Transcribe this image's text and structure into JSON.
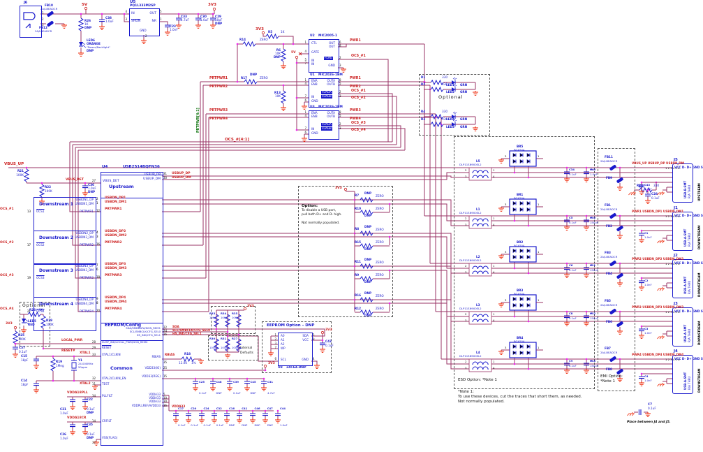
{
  "colors": {
    "wire": "#993366",
    "component": "#1a1acc",
    "net_label": "#cc2222",
    "junction": "#ee22ee",
    "ground": "#ee2200",
    "green_label": "#1a7a1a"
  },
  "pwr_in": {
    "jack_ref": "J6",
    "jack_pins": "1\n2\n3",
    "fb10": "FB10",
    "fb10_v": "2A/LBEADCR",
    "fb12": "FB12",
    "fb12_v": "2A/LBEADCR",
    "v5": "5V",
    "r26": "R26",
    "r26_v": "1K",
    "r26_n": "DNP",
    "led6": "LED6",
    "led6_v": "ORANGE",
    "led6_n": "\"Power/Backlight\"",
    "led6_n2": "DNP",
    "c38": "C38",
    "c38_v": "1.0uF",
    "u5": "U5",
    "u5_part": "PQ1L333M2SP",
    "u5_in": "IN",
    "u5_shdn": "SHDN",
    "u5_out": "OUT",
    "u5_nr": "NR",
    "u5_gnd": "GND",
    "u5_p_in": "4",
    "u5_p_shdn": "3",
    "u5_p_out": "5",
    "u5_p_nr": "1",
    "u5_p_gnd": "2",
    "c23": "C23",
    "c23_v": "1.0nF",
    "c33": "C33",
    "c33_v": "4.7uF",
    "c30": "C30",
    "c30_v": "1.0uF",
    "c29": "C29",
    "c29_v": "10pF",
    "c29_n": "DNP",
    "v33": "3V3"
  },
  "sw": {
    "v33": "3V3",
    "v5": "5V",
    "r5": "R5",
    "r5_v": "1K",
    "r14": "R14",
    "r14_v": "ZERO",
    "r6": "R6",
    "r6_v": "10K",
    "r6_n": "DNP",
    "r17": "R17",
    "r17_n": "DNP",
    "r17_v": "ZERO",
    "r13": "R13",
    "r13_v": "10K",
    "u2": "U2",
    "u2_part": "MIC2005-1",
    "u1": "U1",
    "u1_part": "MIC2026-1BM",
    "u3": "U3",
    "u3_part": "MIC2026-1BM",
    "u2p": {
      "ctl": "CTL",
      "gate": "GATE",
      "in1": "IN",
      "in2": "IN",
      "out1": "OUT",
      "out2": "OUT",
      "flag": "FLAG",
      "gnd": "GND",
      "n_ctl": "1",
      "n_gate": "4",
      "n_in1": "5",
      "n_in2": "7",
      "n_out1": "6",
      "n_out2": "8",
      "n_flag": "2",
      "n_gnd": "3"
    },
    "up": {
      "ena": "ENA",
      "enb": "ENB",
      "in": "IN",
      "gnd": "GND",
      "outa": "OUTA",
      "outb": "OUTB",
      "flaga": "FLAGA",
      "flagb": "FLAGB",
      "n_ena": "1",
      "n_enb": "4",
      "n_in": "7",
      "n_gnd": "6",
      "n_outa": "8",
      "n_outb": "5",
      "n_flaga": "2",
      "n_flagb": "3"
    },
    "nets": {
      "prtpwr1": "PRTPWR1",
      "prtpwr2": "PRTPWR2",
      "prtpwr3": "PRTPWR3",
      "prtpwr4": "PRTPWR4",
      "pwr1": "PWR1",
      "pwr2": "PWR2",
      "pwr3": "PWR3",
      "pwr4": "PWR4",
      "ocs1": "OCS_#1",
      "ocs2": "OCS_#2",
      "ocs3": "OCS_#3",
      "ocs4": "OCS_#4",
      "ocs_bus": "OCS_#[4:1]",
      "prtpwr_bus": "PRTPWR[4:1]"
    }
  },
  "led_opt": {
    "label": "Optional",
    "g1": [
      {
        "r": "R1",
        "rv": "330",
        "led": "LED1",
        "lv": "GRN"
      },
      {
        "r": "R2",
        "rv": "330",
        "led": "LED2",
        "lv": "GRN"
      }
    ],
    "g2": [
      {
        "r": "R4",
        "rv": "330",
        "led": "LED4",
        "lv": "GRN"
      },
      {
        "r": "R3",
        "rv": "330",
        "led": "LED3",
        "lv": "GRN"
      }
    ]
  },
  "hub": {
    "ref": "U4",
    "part": "USB2514BQFN36",
    "up": {
      "label": "Upstream",
      "vbus_name": "VBUS_DET",
      "vbus_pin": "27",
      "vbus_net": "VBUS_DET",
      "dp": "USBUP_DP",
      "dp_pin": "31",
      "dp_net": "USBUP_DP",
      "dm": "USBUP_DM",
      "dm_pin": "30",
      "dm_net": "USBUP_DM"
    },
    "ports": [
      {
        "label": "Downstream 1",
        "dp": "USBDN1_DP",
        "dp_pin": "2",
        "dp_net": "USBDN_DP1",
        "dm": "USBDN1_DM",
        "dm_pin": "1",
        "dm_net": "USBDN_DM1",
        "ocs": "OCS1",
        "ocs_pin": "13",
        "ocs_net": "OCS_#1",
        "pwr": "PRTPWR1",
        "pwr_pin": "12",
        "pwr_net": "PRTPWR1"
      },
      {
        "label": "Downstream 2",
        "dp": "USBDN2_DP",
        "dp_pin": "4",
        "dp_net": "USBDN_DP2",
        "dm": "USBDN2_DM",
        "dm_pin": "3",
        "dm_net": "USBDN_DM2",
        "ocs": "OCS2",
        "ocs_pin": "17",
        "ocs_net": "OCS_#2",
        "pwr": "PRTPWR2",
        "pwr_pin": "16",
        "pwr_net": "PRTPWR2"
      },
      {
        "label": "Downstream 3",
        "dp": "USBDN3_DP",
        "dp_pin": "7",
        "dp_net": "USBDN_DP3",
        "dm": "USBDN3_DM",
        "dm_pin": "6",
        "dm_net": "USBDN_DM3",
        "ocs": "OCS3",
        "ocs_pin": "19",
        "ocs_net": "OCS_#3",
        "pwr": "PRTPWR3",
        "pwr_pin": "18",
        "pwr_net": "PRTPWR3"
      },
      {
        "label": "Downstream 4",
        "dp": "USBDN4_DP",
        "dp_pin": "9",
        "dp_net": "USBDN_DP4",
        "dm": "USBDN4_DM",
        "dm_pin": "8",
        "dm_net": "USBDN_DM4",
        "ocs": "OCS4",
        "ocs_pin": "21",
        "ocs_net": "OCS_#4",
        "pwr": "PRTPWR4",
        "pwr_pin": "20",
        "pwr_net": "PRTPWR4"
      }
    ],
    "ee": {
      "label": "EEPROM/Config",
      "r1": "SDA/SMBDATA/NON_REM1",
      "p1": "22",
      "n1": "SDA",
      "r2": "SCL/SMBCLK/CFG_SEL0",
      "p2": "24",
      "n2": "SCL/SMBCLK/CFG_SEL0",
      "r3": "HS_IND/CFG_SEL1",
      "p3": "26",
      "n3": "HS_IND/CFG_SEL1"
    },
    "susp": "SUSP_IND/LOCAL_PWR/NON_REM0",
    "susp_pin": "28",
    "reset": "RESET",
    "reset_pin": "29",
    "xtal1": "XTAL1/CLKIN",
    "xtal1_pin": "33",
    "common": "Common",
    "xtal2": "XTAL2/CLKIN_EN",
    "xtal2_pin": "32",
    "test": "TEST",
    "test_pin": "11",
    "rbias": "RBIAS",
    "rbias_pin": "35",
    "vdd33io": "VDD33(IO)",
    "vdd33io_pin": "25",
    "vdd33reg": "VDD33(REG)",
    "vdd33reg_pin": "15",
    "vdda33_names": "VDDA33\nVDDA33\nVDDA33\nVDDPLLREF/AVDD33",
    "vdda33_pins": "5\n10\n30\n36",
    "pllfilt": "PLLFILT",
    "pllfilt_pin": "34",
    "crfilt": "CRFILT",
    "crfilt_pin": "14",
    "vss": "VSS(FLAG)",
    "vss_pin": "37",
    "nets": {
      "local_pwr": "LOCAL_PWR",
      "reset": "RESET#",
      "xtal1": "XTAL1",
      "xtal2": "XTAL2",
      "rbias": "RBIAS",
      "vdda33": "VDDA33",
      "v33": "3V3",
      "vbus_up": "VBUS_UP"
    }
  },
  "vbus": {
    "net": "VBUS_UP",
    "r21": "R21",
    "r21_v": "100K",
    "r22": "R22",
    "r22_v": "100K",
    "c36": "C36",
    "c36_v": "1.0nF",
    "c36_n": "DNP"
  },
  "opt2": {
    "label": "Optional",
    "r28": "R28",
    "r28_v": "1K",
    "led5": "LED5",
    "led5_v": "RED",
    "r29": "R29",
    "r29_v": "100K",
    "v33": "3V3",
    "r25": "R25",
    "r25_v": "100K",
    "c37": "C37",
    "c37_v": "0.1uF"
  },
  "xtal": {
    "c15": "C15",
    "c15_v": "18pF",
    "c14": "C14",
    "c14_v": "18pF",
    "r19": "R19",
    "r19_v": "1Meg",
    "y1": "Y1",
    "y1_v": "24.000MHz",
    "y1_v2": "50ppm"
  },
  "filters": {
    "pll_net": "VDDA18PLL",
    "c21": "C21",
    "c21_v": "1.0uF",
    "c22": "C22",
    "c22_v": "0.1uF",
    "c22_n": "DNP",
    "cr_net": "VDDA18CR",
    "c26": "C26",
    "c26_v": "1.0uF",
    "c35": "C35",
    "c35_v": "0.1uF",
    "c35_n": "DNP"
  },
  "rbias": {
    "r18": "R18",
    "v": "12.0K",
    "tol": "1%"
  },
  "caps33": [
    {
      "r": "C25",
      "v": "0.1uF"
    },
    {
      "r": "C48",
      "v": "DNP"
    },
    {
      "r": "C39",
      "v": "0.1uF"
    },
    {
      "r": "C45",
      "v": "DNP"
    },
    {
      "r": "C31",
      "v": "4.7uF"
    }
  ],
  "capsa33": [
    {
      "r": "C17",
      "v": "0.1uF"
    },
    {
      "r": "C20",
      "v": "0.1uF"
    },
    {
      "r": "C24",
      "v": "0.1uF"
    },
    {
      "r": "C32",
      "v": "0.1uF"
    },
    {
      "r": "C16",
      "v": "DNP"
    },
    {
      "r": "C41",
      "v": "DNP"
    },
    {
      "r": "C46",
      "v": "DNP"
    },
    {
      "r": "C47",
      "v": "DNP"
    },
    {
      "r": "C44",
      "v": "1.0uF"
    }
  ],
  "ee_opt": {
    "pullups": [
      {
        "r": "R33",
        "v": "10K"
      },
      {
        "r": "R34",
        "v": "10K"
      },
      {
        "r": "R35",
        "v": "10K"
      }
    ],
    "pulldowns": [
      {
        "r": "R30",
        "v": "100K"
      },
      {
        "r": "R31",
        "v": "100K"
      },
      {
        "r": "R27",
        "v": "100K"
      }
    ],
    "internal1": "Internal",
    "internal2": "Defaults",
    "title": "EEPROM Option – DNP",
    "u8": "U8",
    "part": "24C64-DNP",
    "a0": "A0",
    "a1": "A1",
    "a2": "A2",
    "wp": "WP",
    "scl": "SCL",
    "sda": "SDA",
    "vcc": "VCC",
    "gnd": "GND",
    "pn": {
      "a0": "1",
      "a1": "2",
      "a2": "3",
      "wp": "7",
      "scl": "6",
      "sda": "5",
      "vcc": "8",
      "gnd": "4"
    },
    "c42": "C42",
    "c42_v": "0.1uF",
    "v33": "3V3"
  },
  "disable": {
    "title": "Option:",
    "l1": "To disable a USB port,",
    "l2": "pull both D+ and D- high.",
    "l3": "Not normally populated.",
    "v33": "3V3",
    "pairs": [
      {
        "ra": "R7",
        "ra_n": "DNP",
        "ra_v": "ZERO",
        "rb": "R10",
        "rb_v": "ZERO",
        "rb_n": "DNP"
      },
      {
        "ra": "R8",
        "ra_n": "DNP",
        "ra_v": "ZERO",
        "rb": "R15",
        "rb_v": "ZERO",
        "rb_n": "DNP"
      },
      {
        "ra": "R11",
        "ra_n": "DNP",
        "ra_v": "ZERO",
        "rb": "R9",
        "rb_v": "ZERO",
        "rb_n": "DNP"
      },
      {
        "ra": "R16",
        "ra_n": "DNP",
        "ra_v": "ZERO",
        "rb": "R12",
        "rb_v": "ZERO",
        "rb_n": "DNP"
      }
    ]
  },
  "esd": {
    "label": "ESD Option: *Note 1",
    "rows": [
      {
        "choke": "L5",
        "part": "DLP11SN900SL2",
        "br": "BR5",
        "br_part": "BGX50A"
      },
      {
        "choke": "L1",
        "part": "DLP11SN900SL2",
        "br": "BR1",
        "br_part": "BGX50A"
      },
      {
        "choke": "L2",
        "part": "DLP11SN900SL2",
        "br": "BR2",
        "br_part": "BGX50A"
      },
      {
        "choke": "L3",
        "part": "DLP11SN900SL2",
        "br": "BR3",
        "br_part": "BGX50A"
      },
      {
        "choke": "L4",
        "part": "DLP11SN900SL2",
        "br": "BR4",
        "br_part": "BGX50A"
      }
    ]
  },
  "bulk": {
    "rows": [
      {
        "ca": "C34",
        "cav": "0.1uF",
        "cb": "C40",
        "cbv": "1.0nF"
      },
      {
        "ca": "C5",
        "cav": "0.1uF",
        "cb": "C10",
        "cbv": "150uF"
      },
      {
        "ca": "C6",
        "cav": "0.1uF",
        "cb": "C11",
        "cbv": "150uF"
      },
      {
        "ca": "C8",
        "cav": "0.1uF",
        "cb": "C12",
        "cbv": "150uF"
      },
      {
        "ca": "C9",
        "cav": "0.1uF",
        "cb": "C13",
        "cbv": "150uF"
      }
    ]
  },
  "emi": {
    "label1": "EMI Option:",
    "label2": "*Note 1",
    "rows": [
      {
        "fba": "FB11",
        "fbav": "2A/LBEADCR",
        "fbb": "FB9"
      },
      {
        "fba": "FB1",
        "fbav": "2A/LBEADCR",
        "fbb": "FB2"
      },
      {
        "fba": "FB3",
        "fbav": "2A/LBEADCR",
        "fbb": "FB4"
      },
      {
        "fba": "FB5",
        "fbav": "2A/LBEADCR",
        "fbb": "FB6"
      },
      {
        "fba": "FB7",
        "fbav": "2A/LBEADCR",
        "fbb": "FB8"
      }
    ]
  },
  "conns": {
    "rows": [
      {
        "ref": "J5",
        "nets": "VBUS_UP\nUSBUP_DP\nUSBUP_DM",
        "pin_nums": "1\n2\n3\n4\n5\n6",
        "pin_names": "VCC\nD-\nD+\nGND\nSH1\nSH2",
        "type": "USB-B-SMT",
        "mount": "R/A THRU",
        "role": "UPSTREAM",
        "cap": "C43",
        "cap_v": "1.0nF"
      },
      {
        "ref": "J1",
        "nets": "PWR1\nUSBDN_DP1\nUSBDN_DM1",
        "pin_nums": "1\n2\n3\n4\n5\n6",
        "pin_names": "VCC\nD-\nD+\nGND\nSH1\nSH2",
        "type": "USB-A-SMT",
        "mount": "R/A THRU",
        "role": "DOWNSTREAM",
        "cap": "C1",
        "cap_v": "1.0nF"
      },
      {
        "ref": "J2",
        "nets": "PWR2\nUSBDN_DP2\nUSBDN_DM2",
        "pin_nums": "1\n2\n3\n4\n5\n6",
        "pin_names": "VCC\nD-\nD+\nGND\nSH1\nSH2",
        "type": "USB-A-SMT",
        "mount": "R/A THRU",
        "role": "DOWNSTREAM",
        "cap": "C2",
        "cap_v": "1.0nF"
      },
      {
        "ref": "J3",
        "nets": "PWR3\nUSBDN_DP3\nUSBDN_DM3",
        "pin_nums": "1\n2\n3\n4\n5\n6",
        "pin_names": "VCC\nD-\nD+\nGND\nSH1\nSH2",
        "type": "USB-A-SMT",
        "mount": "R/A THRU",
        "role": "DOWNSTREAM",
        "cap": "C3",
        "cap_v": "1.0nF"
      },
      {
        "ref": "J4",
        "nets": "PWR4\nUSBDN_DP4\nUSBDN_DM4",
        "pin_nums": "1\n2\n3\n4\n5\n6",
        "pin_names": "VCC\nD-\nD+\nGND\nSH1\nSH2",
        "type": "USB-A-SMT",
        "mount": "R/A THRU",
        "role": "DOWNSTREAM",
        "cap": "C4",
        "cap_v": "1.0nF"
      }
    ],
    "r24": "R24",
    "r24_v": "330",
    "c28": "C28",
    "c28_v": "0.1uF",
    "c7": "C7",
    "c7_v": "0.1uF",
    "c7_note": "Place between J4 and J5."
  },
  "notes": {
    "n1": "*Note 1:",
    "n2": "To use these devices, cut the traces that short them, as needed.",
    "n3": "Not normally populated."
  }
}
